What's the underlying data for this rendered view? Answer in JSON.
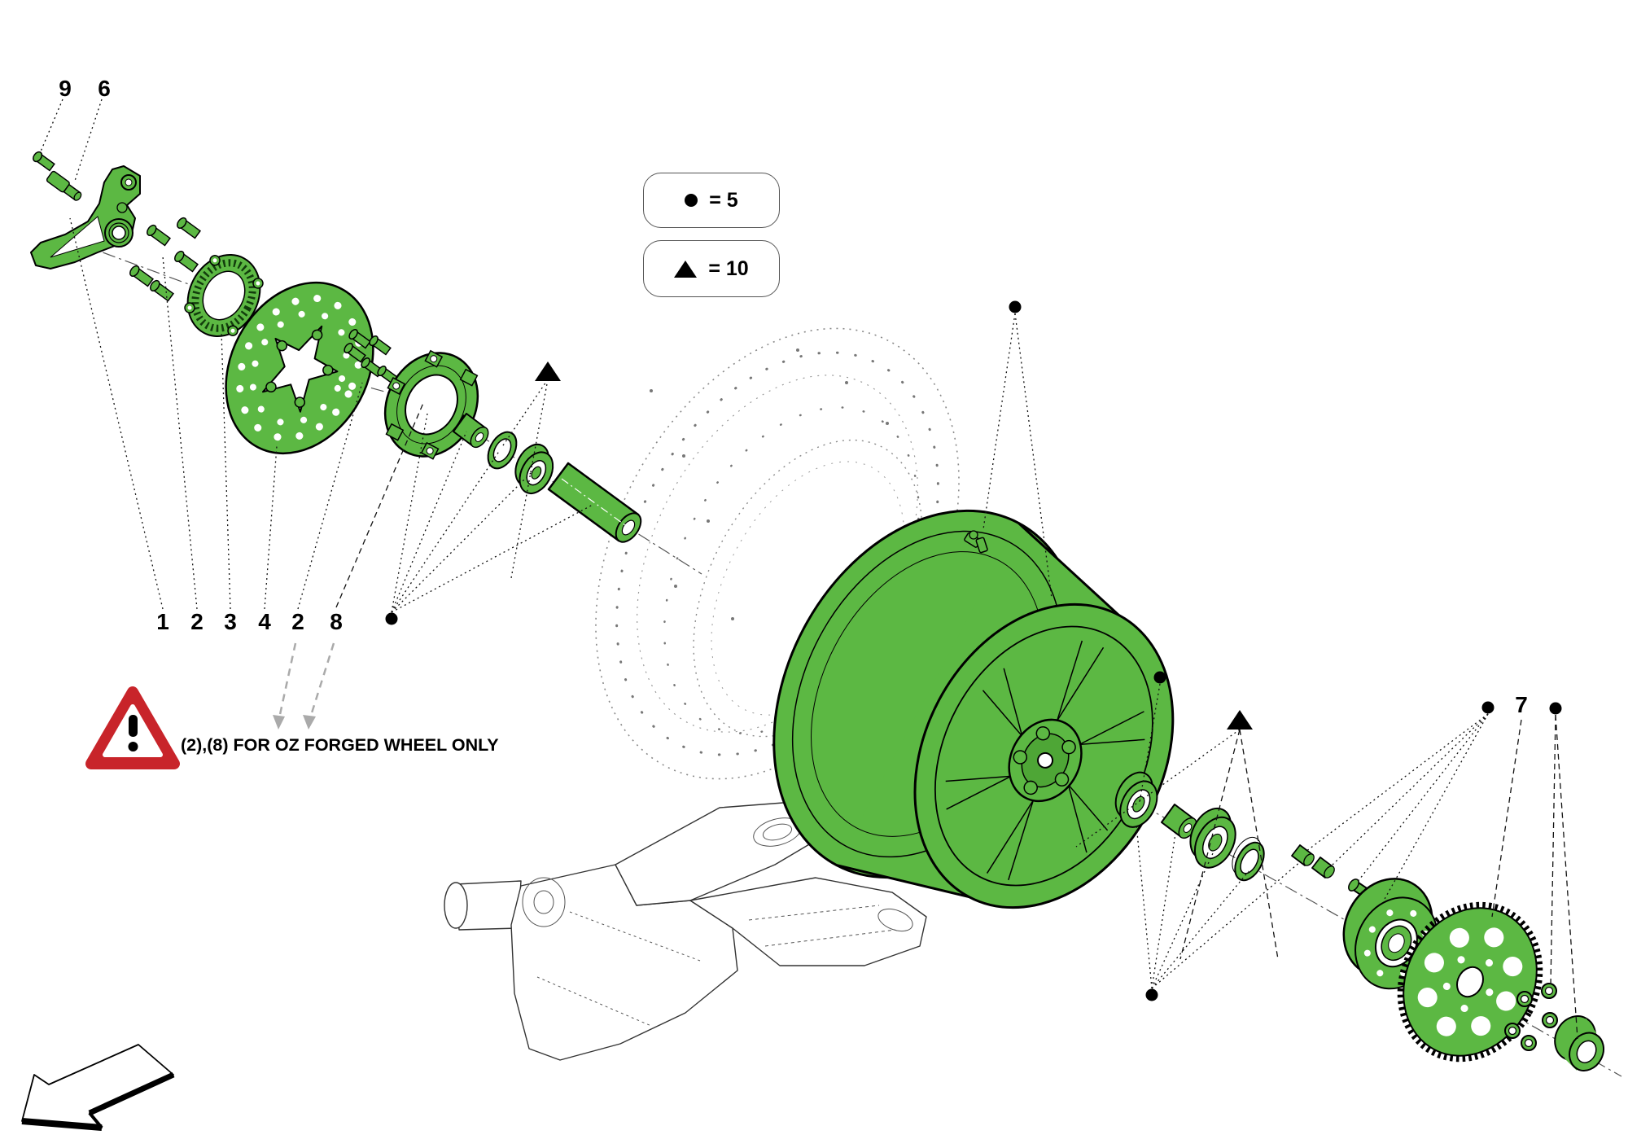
{
  "diagram": {
    "type": "exploded-parts-diagram",
    "subject": "motorcycle rear wheel assembly",
    "callouts": {
      "c9": "9",
      "c6": "6",
      "c1": "1",
      "c2a": "2",
      "c3": "3",
      "c4": "4",
      "c2b": "2",
      "c8": "8",
      "c7": "7"
    },
    "legend": {
      "dot": {
        "symbol": "circle-marker",
        "text": "= 5"
      },
      "triangle": {
        "symbol": "triangle-marker",
        "text": "= 10"
      }
    },
    "warning": {
      "text": "(2),(8) FOR OZ FORGED WHEEL ONLY"
    },
    "colors": {
      "highlight_green": "#5cb843",
      "outline_black": "#000000",
      "warning_red": "#c8242a",
      "ghost_gray": "#8a8a8a",
      "leader_gray": "#aaaaaa"
    }
  }
}
